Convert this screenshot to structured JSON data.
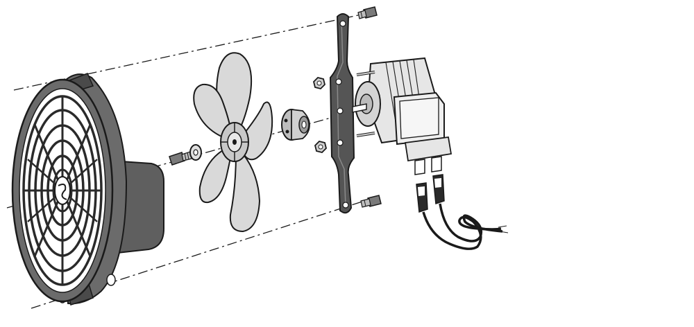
{
  "diagram": {
    "type": "exploded-view",
    "subject": "fan-motor-assembly",
    "colors": {
      "ink": "#1a1a1a",
      "housing": "#6b6b6b",
      "housing_dark": "#4a4a4a",
      "blade": "#d9d9d9",
      "motor": "#e6e6e6",
      "bracket": "#555555",
      "background": "#ffffff"
    },
    "parts": [
      {
        "id": "fan-housing",
        "icon": "fan-guard-icon"
      },
      {
        "id": "blade-screw",
        "icon": "screw-icon"
      },
      {
        "id": "washer",
        "icon": "washer-icon"
      },
      {
        "id": "fan-blade",
        "icon": "fan-blade-icon"
      },
      {
        "id": "hub",
        "icon": "hub-icon"
      },
      {
        "id": "nut-upper",
        "icon": "nut-icon"
      },
      {
        "id": "nut-lower",
        "icon": "nut-icon"
      },
      {
        "id": "mounting-bracket",
        "icon": "bracket-icon"
      },
      {
        "id": "bracket-screw-top",
        "icon": "screw-icon"
      },
      {
        "id": "bracket-screw-bottom",
        "icon": "screw-icon"
      },
      {
        "id": "motor",
        "icon": "motor-icon"
      },
      {
        "id": "wire-harness",
        "icon": "wire-connector-icon"
      }
    ]
  }
}
